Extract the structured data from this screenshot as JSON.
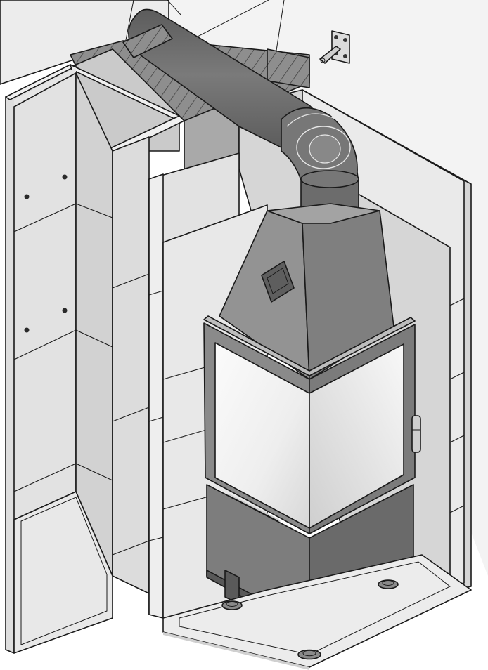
{
  "colors": {
    "panel_light": "#e4e4e4",
    "panel_mid": "#d4d4d4",
    "panel_dark": "#c4c4c4",
    "insulation": "#909090",
    "flue": "#6e6e6e",
    "stove_body": "#8c8c8c",
    "stove_dark": "#727272",
    "glass": "#f3f3f3",
    "floor_plate": "#e9e9e9"
  },
  "icons": {
    "leader_lines": "callout-lines",
    "wall_bracket": "wall-anchor-bracket",
    "air_vent": "air-intake-grille",
    "door_hinge": "hinge-icon",
    "feet": "levelling-foot-icon"
  },
  "labels": []
}
